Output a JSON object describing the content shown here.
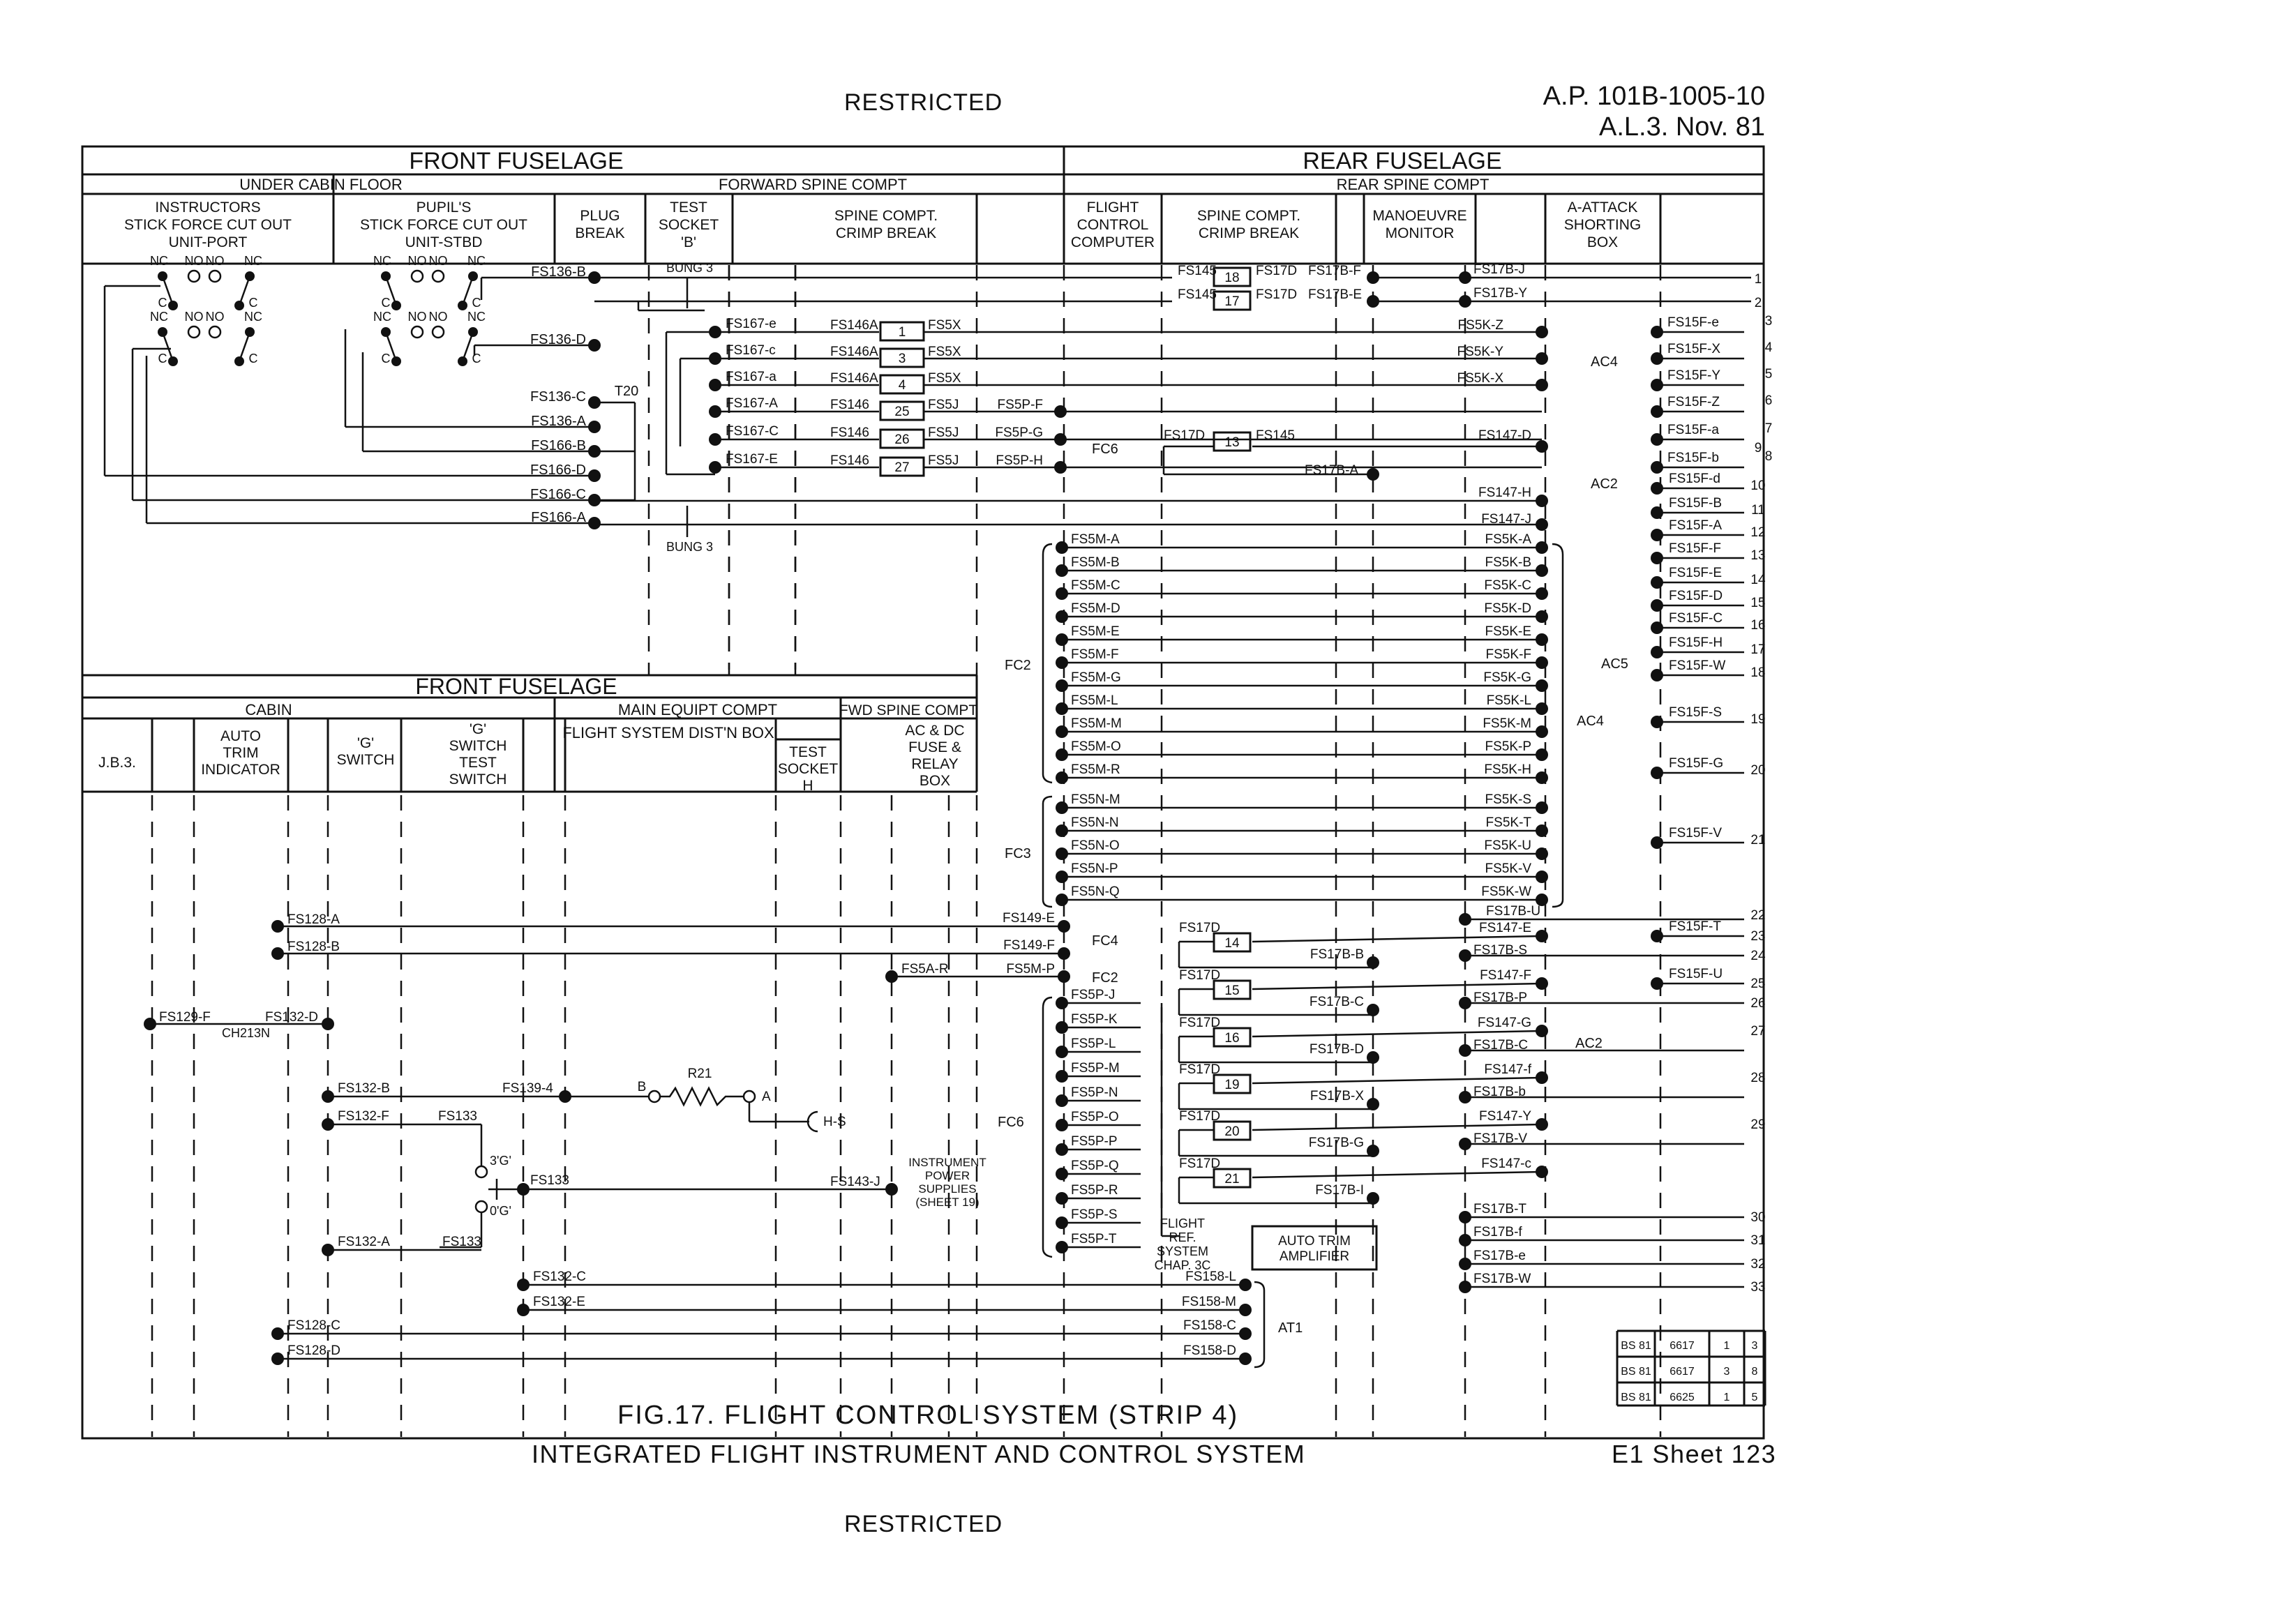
{
  "header": {
    "classification_top": "RESTRICTED",
    "doc_ref_line1": "A.P. 101B-1005-10",
    "doc_ref_line2": "A.L.3. Nov. 81"
  },
  "footer": {
    "figure_title": "FIG.17. FLIGHT CONTROL SYSTEM (STRIP 4)",
    "system_title": "INTEGRATED FLIGHT INSTRUMENT AND CONTROL SYSTEM",
    "sheet_no": "E1 Sheet 123",
    "classification_bottom": "RESTRICTED"
  },
  "upper_panel": {
    "front_title": "FRONT FUSELAGE",
    "rear_title": "REAR FUSELAGE",
    "section_under_cabin": "UNDER CABIN FLOOR",
    "section_fwd_spine": "FORWARD SPINE COMPT",
    "section_rear_spine": "REAR SPINE COMPT",
    "columns": [
      {
        "id": "instr",
        "lines": [
          "INSTRUCTORS",
          "STICK FORCE CUT OUT",
          "UNIT-PORT"
        ]
      },
      {
        "id": "pupil",
        "lines": [
          "PUPIL'S",
          "STICK FORCE CUT OUT",
          "UNIT-STBD"
        ]
      },
      {
        "id": "plug",
        "lines": [
          "PLUG",
          "BREAK"
        ]
      },
      {
        "id": "testb",
        "lines": [
          "TEST",
          "SOCKET",
          "'B'"
        ]
      },
      {
        "id": "spine1",
        "lines": [
          "SPINE COMPT.",
          "CRIMP BREAK"
        ]
      },
      {
        "id": "fcc",
        "lines": [
          "FLIGHT",
          "CONTROL",
          "COMPUTER"
        ]
      },
      {
        "id": "spine2",
        "lines": [
          "SPINE COMPT.",
          "CRIMP BREAK"
        ]
      },
      {
        "id": "mano",
        "lines": [
          "MANOEUVRE",
          "MONITOR"
        ]
      },
      {
        "id": "aatt",
        "lines": [
          "A-ATTACK",
          "SHORTING",
          "BOX"
        ]
      }
    ]
  },
  "lower_panel": {
    "front_title": "FRONT FUSELAGE",
    "section_cabin": "CABIN",
    "section_main_equip": "MAIN EQUIPT COMPT",
    "section_fwd_spine": "FWD SPINE COMPT",
    "section_fsd_box": "FLIGHT SYSTEM DIST'N BOX",
    "columns": [
      {
        "id": "jb3",
        "lines": [
          "J.B.3."
        ]
      },
      {
        "id": "ati",
        "lines": [
          "AUTO",
          "TRIM",
          "INDICATOR"
        ]
      },
      {
        "id": "gsw",
        "lines": [
          "'G'",
          "SWITCH"
        ]
      },
      {
        "id": "gtest",
        "lines": [
          "'G'",
          "SWITCH",
          "TEST",
          "SWITCH"
        ]
      },
      {
        "id": "tsh",
        "lines": [
          "TEST",
          "SOCKET",
          "H"
        ]
      },
      {
        "id": "acdc",
        "lines": [
          "AC & DC",
          "FUSE &",
          "RELAY",
          "BOX"
        ]
      }
    ]
  },
  "switch_labels": {
    "nc": "NC",
    "no": "NO",
    "c": "C"
  },
  "upper_wires": [
    {
      "from": "FS136-B",
      "via": "FS145",
      "crimp": "18",
      "mid": "FS17D",
      "to": "FS17B-F",
      "mm": "FS17B-J",
      "line": "1"
    },
    {
      "from": "FS136-D",
      "via": "FS145",
      "crimp": "17",
      "mid": "FS17D",
      "to": "FS17B-E",
      "mm": "FS17B-Y",
      "line": "2"
    }
  ],
  "fwd_spine_rows": [
    {
      "a": "FS167-e",
      "b": "FS146A",
      "crimp": "1",
      "c": "FS5X",
      "d": "FS5K-Z",
      "e": "FS15F-e",
      "line": "3"
    },
    {
      "a": "FS167-c",
      "b": "FS146A",
      "crimp": "3",
      "c": "FS5X",
      "d": "FS5K-Y",
      "e": "FS15F-X",
      "line": "4"
    },
    {
      "a": "FS167-a",
      "b": "FS146A",
      "crimp": "4",
      "c": "FS5X",
      "d": "FS5K-X",
      "e": "FS15F-Y",
      "line": "5"
    },
    {
      "a": "FS167-A",
      "b": "FS146",
      "crimp": "25",
      "c": "FS5J",
      "d": "FS5P-F",
      "e": "FS15F-Z",
      "line": "6"
    },
    {
      "a": "FS167-C",
      "b": "FS146",
      "crimp": "26",
      "c": "FS5J",
      "d": "FS5P-G",
      "e": "FS15F-a",
      "line": "7"
    },
    {
      "a": "FS167-E",
      "b": "FS146",
      "crimp": "27",
      "c": "FS5J",
      "d": "FS5P-H",
      "e": "FS15F-b",
      "line": "8"
    }
  ],
  "plug_pins": [
    "FS136-B",
    "FS136-D",
    "FS136-C",
    "FS136-A",
    "FS166-B",
    "FS166-D",
    "FS166-C",
    "FS166-A"
  ],
  "misc_labels": {
    "t20": "T20",
    "bung3": "BUNG 3",
    "fc6": "FC6",
    "fc2": "FC2",
    "fc3": "FC3",
    "fc4": "FC4",
    "ac4": "AC4",
    "ac2": "AC2",
    "ac5": "AC5",
    "at1": "AT1",
    "r21": "R21",
    "b": "B",
    "a": "A",
    "hs": "H-S",
    "ch213n": "CH213N",
    "fs17d": "FS17D",
    "fs145": "FS145",
    "fs17b_a": "FS17B-A",
    "fs147_d": "FS147-D",
    "fs147_h": "FS147-H",
    "fs147_j": "FS147-J",
    "crimp13": "13",
    "instr_power": [
      "INSTRUMENT",
      "POWER",
      "SUPPLIES",
      "(SHEET 19)"
    ],
    "flight_ref": [
      "FLIGHT",
      "REF.",
      "SYSTEM",
      "CHAP. 3C"
    ],
    "auto_trim_amp": [
      "AUTO TRIM",
      "AMPLIFIER"
    ],
    "g3": "3'G'",
    "g0": "0'G'"
  },
  "fc2_left": [
    "FS5M-A",
    "FS5M-B",
    "FS5M-C",
    "FS5M-D",
    "FS5M-E",
    "FS5M-F",
    "FS5M-G",
    "FS5M-L",
    "FS5M-M",
    "FS5M-O",
    "FS5M-R"
  ],
  "fc3_left": [
    "FS5N-M",
    "FS5N-N",
    "FS5N-O",
    "FS5N-P",
    "FS5N-Q"
  ],
  "fs5k_right": [
    "FS5K-A",
    "FS5K-B",
    "FS5K-C",
    "FS5K-D",
    "FS5K-E",
    "FS5K-F",
    "FS5K-G",
    "FS5K-L",
    "FS5K-M",
    "FS5K-P",
    "FS5K-H",
    "FS5K-S",
    "FS5K-T",
    "FS5K-U",
    "FS5K-V",
    "FS5K-W"
  ],
  "fs15f_col": [
    {
      "t": "FS15F-d",
      "n": "10"
    },
    {
      "t": "FS15F-B",
      "n": "11"
    },
    {
      "t": "FS15F-A",
      "n": "12"
    },
    {
      "t": "FS15F-F",
      "n": "13"
    },
    {
      "t": "FS15F-E",
      "n": "14"
    },
    {
      "t": "FS15F-D",
      "n": "15"
    },
    {
      "t": "FS15F-C",
      "n": "16"
    },
    {
      "t": "FS15F-H",
      "n": "17"
    },
    {
      "t": "FS15F-W",
      "n": "18"
    },
    {
      "t": "FS15F-S",
      "n": "19"
    },
    {
      "t": "FS15F-G",
      "n": "20"
    },
    {
      "t": "FS15F-V",
      "n": "21"
    }
  ],
  "ac2_col": [
    {
      "t": "FS147-D",
      "n": "9"
    }
  ],
  "fc6_rows": [
    "FS5P-J",
    "FS5P-K",
    "FS5P-L",
    "FS5P-M",
    "FS5P-N",
    "FS5P-O",
    "FS5P-P",
    "FS5P-Q",
    "FS5P-R",
    "FS5P-S",
    "FS5P-T"
  ],
  "lower_left_pins": [
    {
      "t": "FS128-A",
      "r": "FS149-E"
    },
    {
      "t": "FS128-B",
      "r": "FS149-F"
    }
  ],
  "misc_lower": {
    "fs129f": "FS129-F",
    "fs132d": "FS132-D",
    "fs132b": "FS132-B",
    "fs132f": "FS132-F",
    "fs133": "FS133",
    "fs139_4": "FS139-4",
    "fs132a": "FS132-A",
    "fs132c": "FS132-C",
    "fs132e": "FS132-E",
    "fs128c": "FS128-C",
    "fs128d": "FS128-D",
    "fs158l": "FS158-L",
    "fs158m": "FS158-M",
    "fs158c": "FS158-C",
    "fs158d": "FS158-D",
    "fs5a_r": "FS5A-R",
    "fs5m_p": "FS5M-P",
    "fs143_j": "FS143-J"
  },
  "rear_rows": [
    {
      "crimp": "14",
      "mm": "FS17B-B",
      "mr": "FS147-E",
      "bot": "FS17B-S",
      "rr": "FS15F-T",
      "n": "23",
      "n2": "24"
    },
    {
      "crimp": "15",
      "mm": "FS17B-C",
      "mr": "FS147-F",
      "bot": "FS17B-P",
      "rr": "FS15F-U",
      "n": "25",
      "n2": "26"
    },
    {
      "crimp": "16",
      "mm": "FS17B-D",
      "mr": "FS147-G",
      "bot": "FS17B-C",
      "rr": "",
      "n": "27",
      "n2": ""
    },
    {
      "crimp": "19",
      "mm": "FS17B-X",
      "mr": "FS147-f",
      "bot": "FS17B-b",
      "rr": "",
      "n": "28",
      "n2": ""
    },
    {
      "crimp": "20",
      "mm": "FS17B-G",
      "mr": "FS147-Y",
      "bot": "FS17B-V",
      "rr": "",
      "n": "29",
      "n2": ""
    },
    {
      "crimp": "21",
      "mm": "FS17B-I",
      "mr": "FS147-c",
      "bot": "",
      "rr": "",
      "n": "",
      "n2": ""
    }
  ],
  "mm_tail": [
    {
      "t": "FS17B-T",
      "n": "30"
    },
    {
      "t": "FS17B-f",
      "n": "31"
    },
    {
      "t": "FS17B-e",
      "n": "32"
    },
    {
      "t": "FS17B-W",
      "n": "33"
    }
  ],
  "fs17b_u": "FS17B-U",
  "line22": "22",
  "parts_table": [
    [
      "BS 81",
      "6617",
      "1",
      "3"
    ],
    [
      "BS 81",
      "6617",
      "3",
      "8"
    ],
    [
      "BS 81",
      "6625",
      "1",
      "5"
    ]
  ]
}
